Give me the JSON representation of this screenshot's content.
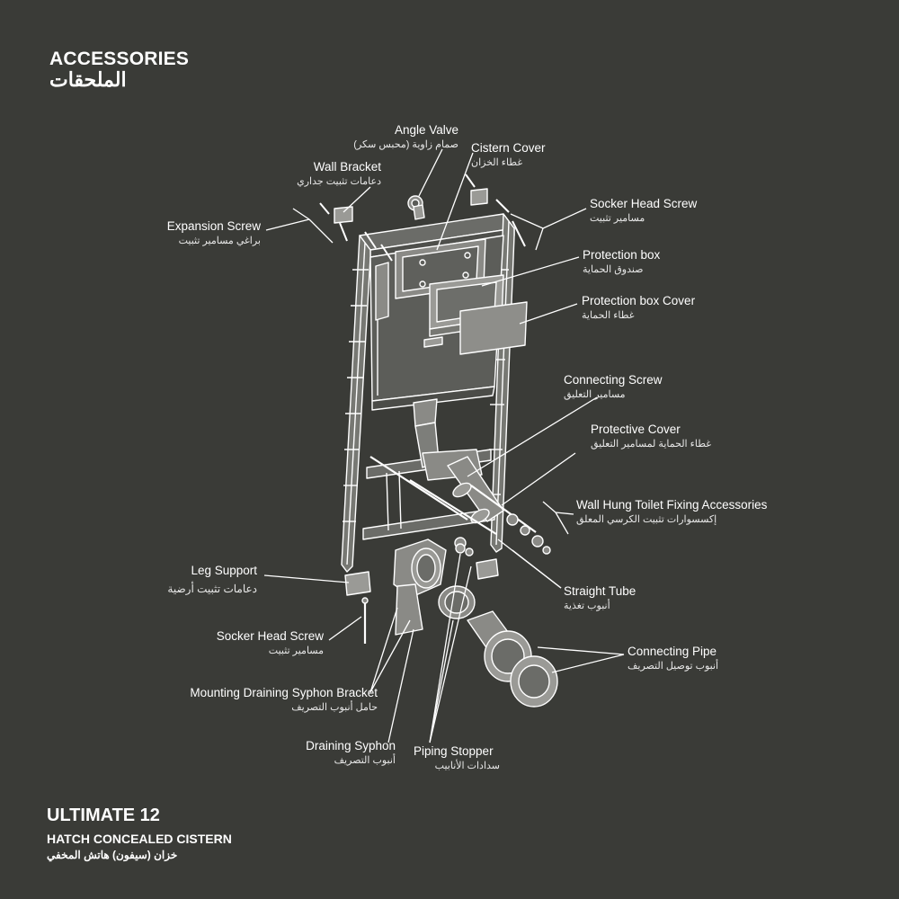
{
  "header": {
    "title_en": "ACCESSORIES",
    "title_ar": "الملحقات"
  },
  "product": {
    "name": "ULTIMATE 12",
    "subtitle": "HATCH CONCEALED CISTERN",
    "subtitle_ar": "خزان (سيفون) هاتش المخفي"
  },
  "labels": {
    "angle_valve": {
      "en": "Angle Valve",
      "ar": "صمام زاوية (محبس سكر)"
    },
    "cistern_cover": {
      "en": "Cistern Cover",
      "ar": "غطاء الخزان"
    },
    "wall_bracket": {
      "en": "Wall Bracket",
      "ar": "دعامات تثبيت جداري"
    },
    "expansion_screw": {
      "en": "Expansion Screw",
      "ar": "براغي مسامير تثبيت"
    },
    "socker_head_screw_top": {
      "en": "Socker Head Screw",
      "ar": "مسامير تثبيت"
    },
    "protection_box": {
      "en": "Protection box",
      "ar": "صندوق الحماية"
    },
    "protection_box_cover": {
      "en": "Protection box Cover",
      "ar": "غطاء الحماية"
    },
    "connecting_screw": {
      "en": "Connecting Screw",
      "ar": "مسامير التعليق"
    },
    "protective_cover": {
      "en": "Protective Cover",
      "ar": "غطاء الحماية لمسامير التعليق"
    },
    "wall_hung_fixing": {
      "en": "Wall Hung Toilet Fixing Accessories",
      "ar": "إكسسوارات تثبيت الكرسي المعلق"
    },
    "leg_support": {
      "en": "Leg Support",
      "ar": "دعامات تثبيت أرضية"
    },
    "straight_tube": {
      "en": "Straight Tube",
      "ar": "أنبوب تغذية"
    },
    "socker_head_screw_bottom": {
      "en": "Socker Head Screw",
      "ar": "مسامير تثبيت"
    },
    "connecting_pipe": {
      "en": "Connecting Pipe",
      "ar": "أنبوب توصيل التصريف"
    },
    "mounting_syphon_bracket": {
      "en": "Mounting Draining Syphon Bracket",
      "ar": "حامل أنبوب التصريف"
    },
    "draining_syphon": {
      "en": "Draining Syphon",
      "ar": "أنبوب التصريف"
    },
    "piping_stopper": {
      "en": "Piping Stopper",
      "ar": "سدادات الأنابيب"
    }
  },
  "colors": {
    "background": "#3a3b37",
    "text": "#ffffff",
    "line": "#ffffff",
    "part_fill": "#8a8a86"
  }
}
